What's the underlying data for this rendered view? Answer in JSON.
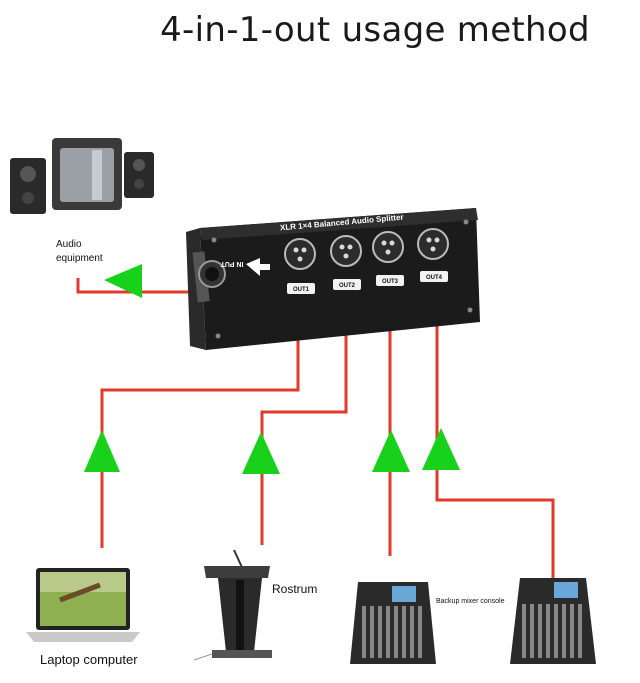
{
  "title": "4-in-1-out usage method",
  "device": {
    "name": "XLR 1×4 Balanced Audio Splitter",
    "input_label": "IN PUT",
    "outputs": [
      "OUT1",
      "OUT2",
      "OUT3",
      "OUT4"
    ]
  },
  "labels": {
    "audio_equipment": "Audio\nequipment",
    "laptop": "Laptop computer",
    "rostrum": "Rostrum",
    "backup_mixer": "Backup mixer console"
  },
  "colors": {
    "wire": "#e03a2a",
    "arrow": "#17d11a",
    "device": "#1b1b1b"
  }
}
